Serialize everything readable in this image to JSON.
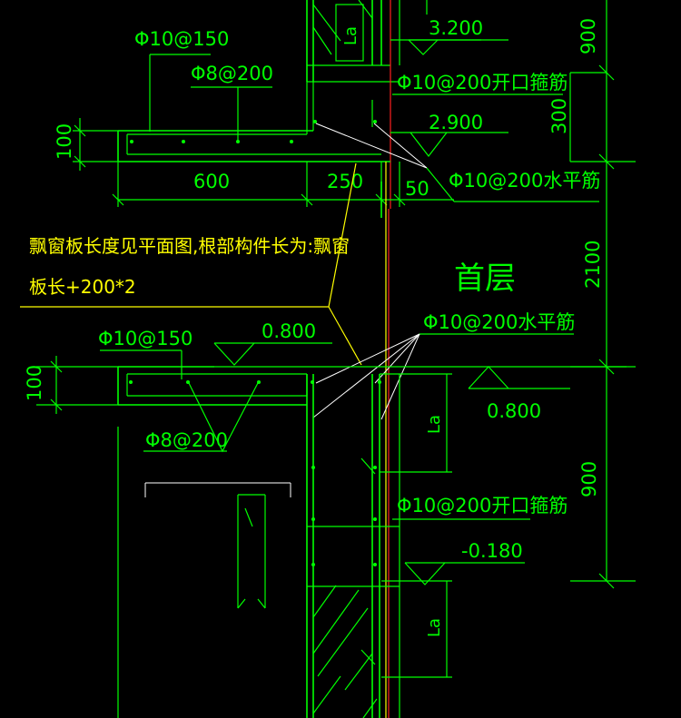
{
  "rebar": {
    "top_slab_main": "Φ10@150",
    "top_slab_dist": "Φ8@200",
    "open_stirrup_top": "Φ10@200开口箍筋",
    "horiz_bar_top": "Φ10@200水平筋",
    "horiz_bar_mid": "Φ10@200水平筋",
    "bottom_slab_main": "Φ10@150",
    "bottom_slab_dist": "Φ8@200",
    "open_stirrup_bottom": "Φ10@200开口箍筋"
  },
  "elevations": {
    "e1": "3.200",
    "e2": "2.900",
    "e3": "0.800",
    "e4": "0.800",
    "e5": "-0.180"
  },
  "dimensions": {
    "slab_thk_top": "100",
    "slab_thk_bottom": "100",
    "len_600": "600",
    "len_250": "250",
    "len_50": "50",
    "right_900_top": "900",
    "right_300": "300",
    "right_2100": "2100",
    "right_900_bottom": "900"
  },
  "anchorage": {
    "la_top": "La",
    "la_mid": "La",
    "la_bottom": "La"
  },
  "notes": {
    "line1": "飘窗板长度见平面图,根部构件长为:飘窗",
    "line2": "板长+200*2"
  },
  "floor_label": "首层"
}
